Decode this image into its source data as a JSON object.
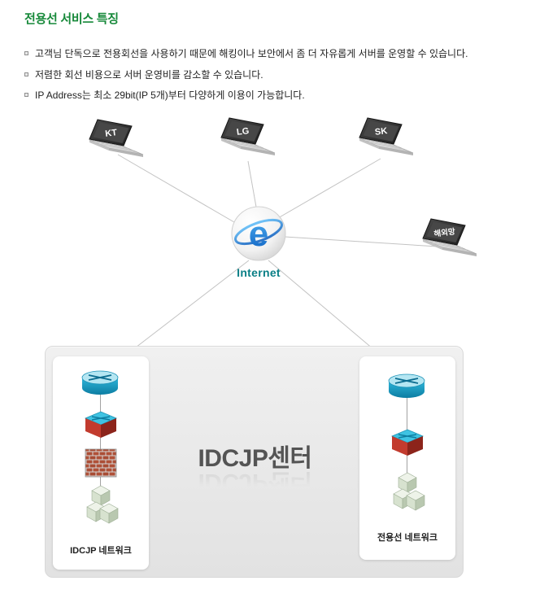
{
  "header": {
    "title": "전용선 서비스 특징",
    "bullets": [
      "고객님 단독으로 전용회선을 사용하기 때문에 해킹이나 보안에서 좀 더 자유롭게 서버를 운영할 수 있습니다.",
      "저렴한 회선 비용으로 서버 운영비를 감소할 수 있습니다.",
      "IP Address는 최소 29bit(IP 5개)부터 다양하게 이용이 가능합니다."
    ]
  },
  "diagram": {
    "nodes": {
      "kt": {
        "label": "KT"
      },
      "lg": {
        "label": "LG"
      },
      "sk": {
        "label": "SK"
      },
      "overseas": {
        "label": "해외망"
      },
      "internet": {
        "label": "Internet"
      }
    },
    "datacenter": {
      "title": "IDCJP센터",
      "left_network_label": "IDCJP 네트워크",
      "right_network_label": "전용선 네트워크"
    },
    "colors": {
      "title_green": "#17893a",
      "internet_teal": "#0a7f86",
      "connector_line": "#c3c3c3"
    }
  }
}
